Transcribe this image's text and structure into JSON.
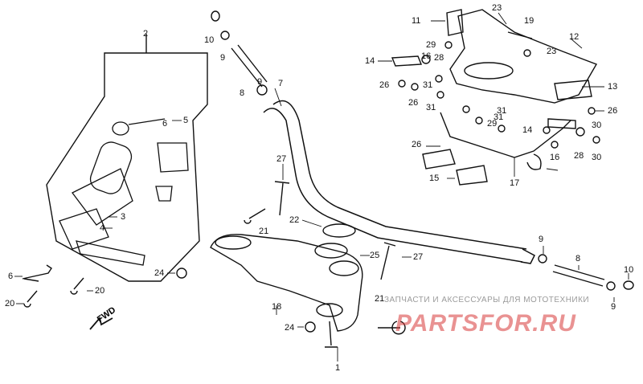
{
  "diagram": {
    "part_labels": [
      {
        "id": "p2",
        "text": "2"
      },
      {
        "id": "p6a",
        "text": "6"
      },
      {
        "id": "p3",
        "text": "3"
      },
      {
        "id": "p4",
        "text": "4"
      },
      {
        "id": "p5",
        "text": "5"
      },
      {
        "id": "p6b",
        "text": "6"
      },
      {
        "id": "p20a",
        "text": "20"
      },
      {
        "id": "p20b",
        "text": "20"
      },
      {
        "id": "p24a",
        "text": "24"
      },
      {
        "id": "p10a",
        "text": "10"
      },
      {
        "id": "p9a",
        "text": "9"
      },
      {
        "id": "p8a",
        "text": "8"
      },
      {
        "id": "p9b",
        "text": "9"
      },
      {
        "id": "p7",
        "text": "7"
      },
      {
        "id": "p27a",
        "text": "27"
      },
      {
        "id": "p21a",
        "text": "21"
      },
      {
        "id": "p22",
        "text": "22"
      },
      {
        "id": "p25",
        "text": "25"
      },
      {
        "id": "p27b",
        "text": "27"
      },
      {
        "id": "p18",
        "text": "18"
      },
      {
        "id": "p24b",
        "text": "24"
      },
      {
        "id": "p1",
        "text": "1"
      },
      {
        "id": "p21b",
        "text": "21"
      },
      {
        "id": "p9c",
        "text": "9"
      },
      {
        "id": "p8b",
        "text": "8"
      },
      {
        "id": "p10b",
        "text": "10"
      },
      {
        "id": "p9d",
        "text": "9"
      },
      {
        "id": "p11",
        "text": "11"
      },
      {
        "id": "p23a",
        "text": "23"
      },
      {
        "id": "p19",
        "text": "19"
      },
      {
        "id": "p12",
        "text": "12"
      },
      {
        "id": "p29a",
        "text": "29"
      },
      {
        "id": "p23b",
        "text": "23"
      },
      {
        "id": "p14a",
        "text": "14"
      },
      {
        "id": "p16a",
        "text": "16"
      },
      {
        "id": "p28a",
        "text": "28"
      },
      {
        "id": "p31a",
        "text": "31"
      },
      {
        "id": "p26a",
        "text": "26"
      },
      {
        "id": "p26b",
        "text": "26"
      },
      {
        "id": "p13",
        "text": "13"
      },
      {
        "id": "p31b",
        "text": "31"
      },
      {
        "id": "p31c",
        "text": "31"
      },
      {
        "id": "p31d",
        "text": "31"
      },
      {
        "id": "p29b",
        "text": "29"
      },
      {
        "id": "p26c",
        "text": "26"
      },
      {
        "id": "p14b",
        "text": "14"
      },
      {
        "id": "p30a",
        "text": "30"
      },
      {
        "id": "p26d",
        "text": "26"
      },
      {
        "id": "p16b",
        "text": "16"
      },
      {
        "id": "p28b",
        "text": "28"
      },
      {
        "id": "p30b",
        "text": "30"
      },
      {
        "id": "p15",
        "text": "15"
      },
      {
        "id": "p17",
        "text": "17"
      }
    ],
    "fwd_label": "FWD",
    "watermark": {
      "caption": "ЗАПЧАСТИ И АКСЕССУАРЫ ДЛЯ МОТОТЕХНИКИ",
      "logo": "PARTSFOR.RU",
      "logo_color": "#d83a3a"
    },
    "line_color": "#111111",
    "background": "#ffffff"
  }
}
